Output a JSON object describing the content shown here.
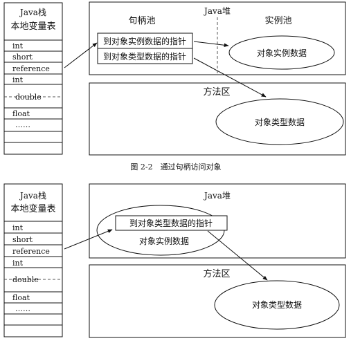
{
  "diagram1": {
    "stack_title_1": "Java栈",
    "stack_title_2": "本地变量表",
    "slots": [
      "int",
      "short",
      "reference",
      "int",
      "double",
      "float",
      "……"
    ],
    "heap_label": "Java堆",
    "handle_pool_label": "句柄池",
    "instance_pool_label": "实例池",
    "handle_ptr_instance": "到对象实例数据的指针",
    "handle_ptr_type": "到对象类型数据的指针",
    "instance_data": "对象实例数据",
    "method_area_label": "方法区",
    "type_data": "对象类型数据",
    "caption": "图 2-2　通过句柄访问对象"
  },
  "diagram2": {
    "stack_title_1": "Java栈",
    "stack_title_2": "本地变量表",
    "slots": [
      "int",
      "short",
      "reference",
      "int",
      "double",
      "float",
      "……"
    ],
    "heap_label": "Java堆",
    "ptr_type": "到对象类型数据的指针",
    "instance_data": "对象实例数据",
    "method_area_label": "方法区",
    "type_data": "对象类型数据"
  }
}
